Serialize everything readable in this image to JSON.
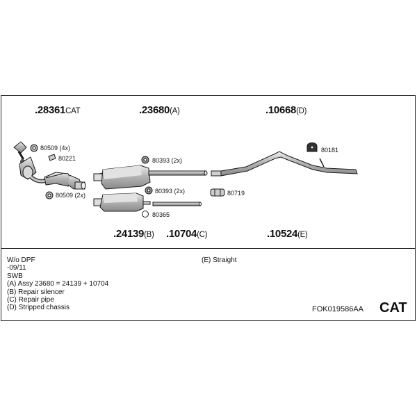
{
  "parts": {
    "p28361": {
      "number": ".28361",
      "suffix": "CAT"
    },
    "p23680": {
      "number": ".23680",
      "suffix": "(A)"
    },
    "p10668": {
      "number": ".10668",
      "suffix": "(D)"
    },
    "p24139": {
      "number": ".24139",
      "suffix": "(B)"
    },
    "p10704": {
      "number": ".10704",
      "suffix": "(C)"
    },
    "p10524": {
      "number": ".10524",
      "suffix": "(E)"
    }
  },
  "hardware": {
    "h80509a": "80509 (4x)",
    "h80221": "80221",
    "h80509b": "80509 (2x)",
    "h80393a": "80393 (2x)",
    "h80393b": "80393 (2x)",
    "h80365": "80365",
    "h80719": "80719",
    "h80181": "80181"
  },
  "notes": [
    "W/o DPF",
    "-09/11",
    "SWB",
    "(A) Assy 23680 = 24139 + 10704",
    "(B) Repair silencer",
    "(C) Repair pipe",
    "(D) Stripped chassis"
  ],
  "note_e": "(E) Straight",
  "reference": "FOK019586AA",
  "badge": "CAT",
  "colors": {
    "part_fill": "#c8c8c8",
    "outline": "#1a1a1a",
    "background": "#ffffff"
  }
}
